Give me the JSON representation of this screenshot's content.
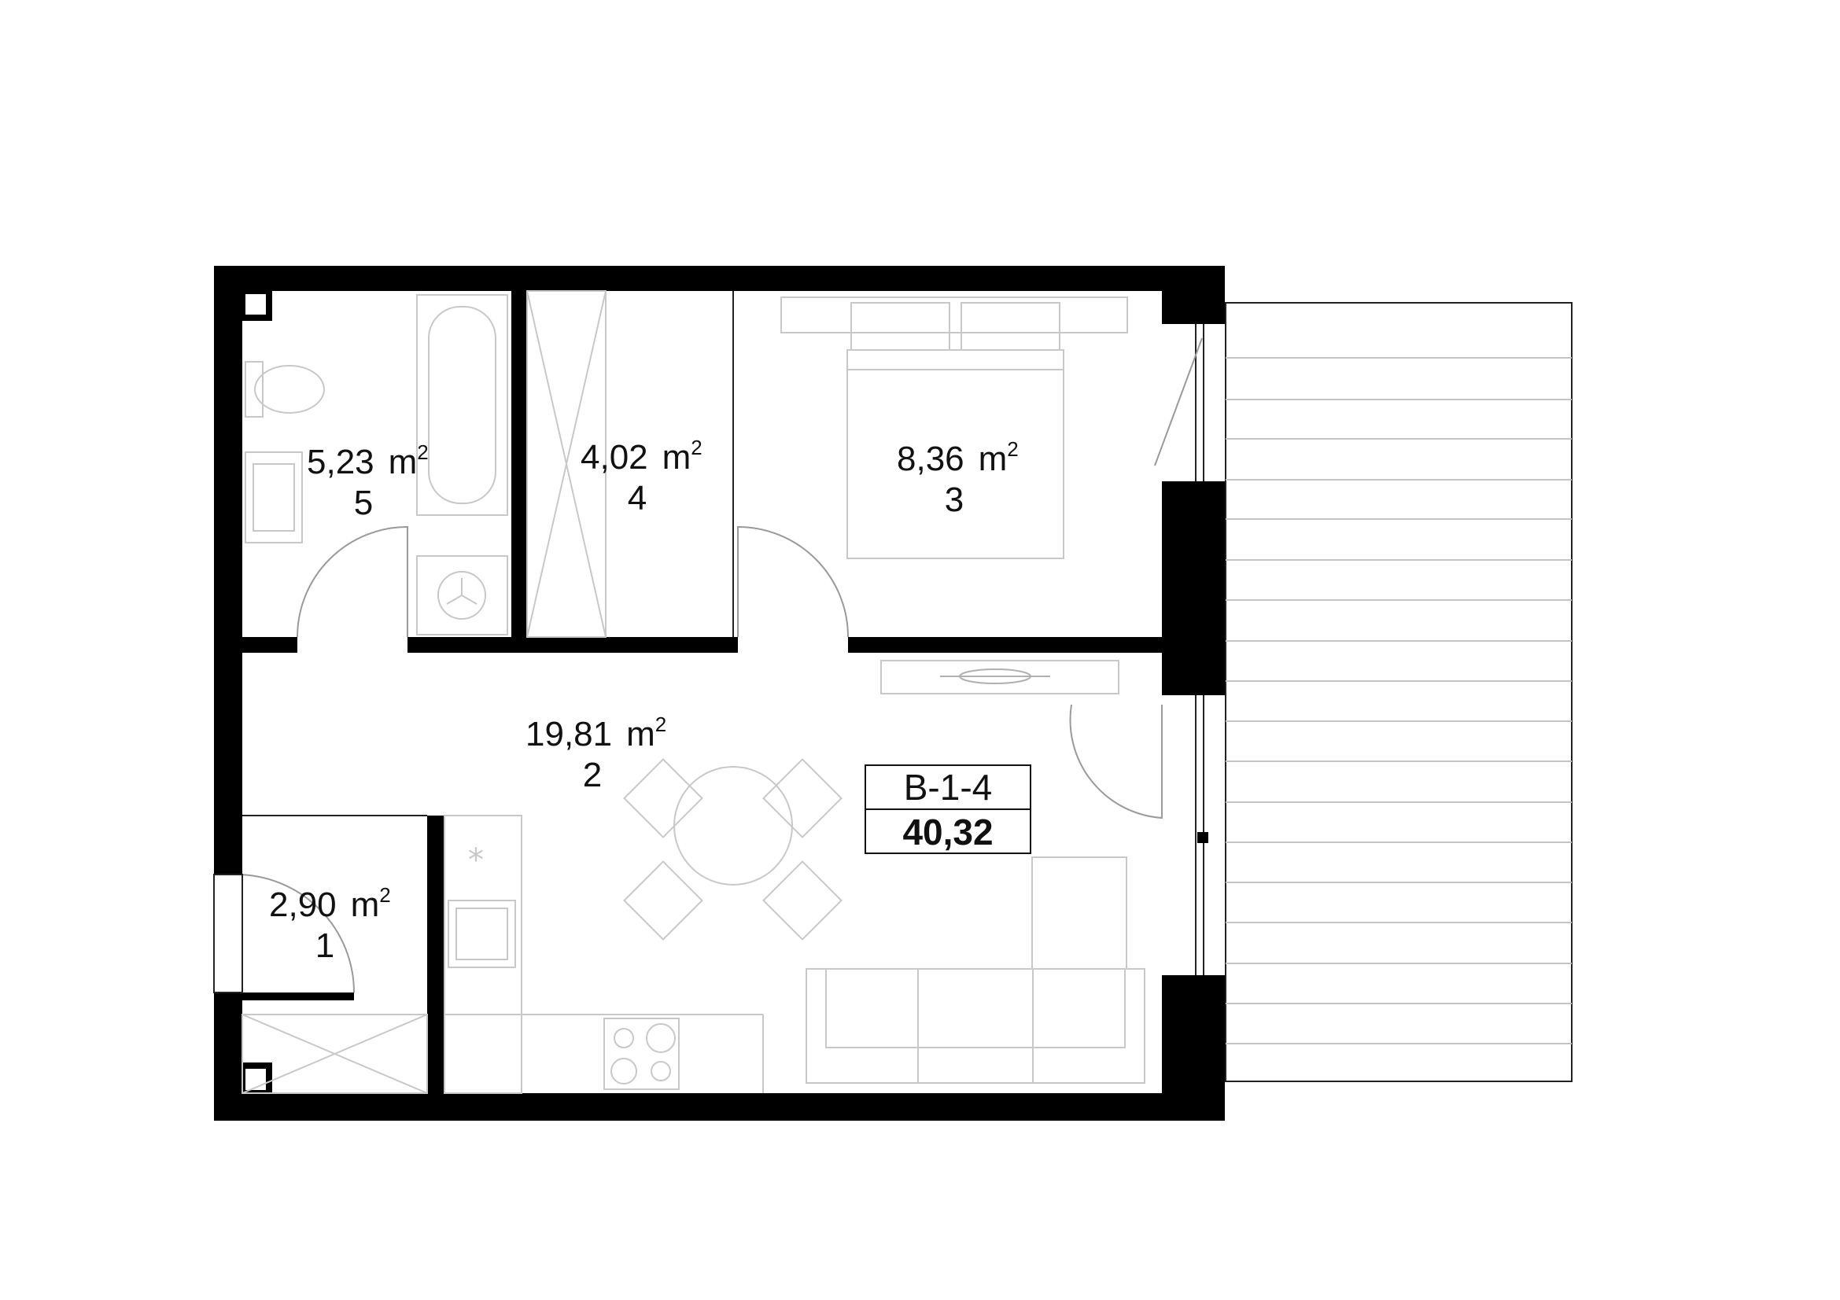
{
  "colors": {
    "wall": "#000000",
    "furniture": "#c8c8c8",
    "text": "#111111",
    "background": "#ffffff"
  },
  "unit": {
    "code": "B-1-4",
    "total_area": "40,32"
  },
  "area_unit": {
    "base": "m",
    "exponent": "2"
  },
  "rooms": [
    {
      "number": "1",
      "area": "2,90"
    },
    {
      "number": "2",
      "area": "19,81"
    },
    {
      "number": "3",
      "area": "8,36"
    },
    {
      "number": "4",
      "area": "4,02"
    },
    {
      "number": "5",
      "area": "5,23"
    }
  ],
  "icons": [
    "toilet-icon",
    "bathtub-icon",
    "washing-machine-icon",
    "sink-icon",
    "bed-icon",
    "dining-table-icon",
    "hob-icon",
    "sofa-icon",
    "door-swing-icon",
    "window-icon",
    "terrace-deck-icon"
  ]
}
